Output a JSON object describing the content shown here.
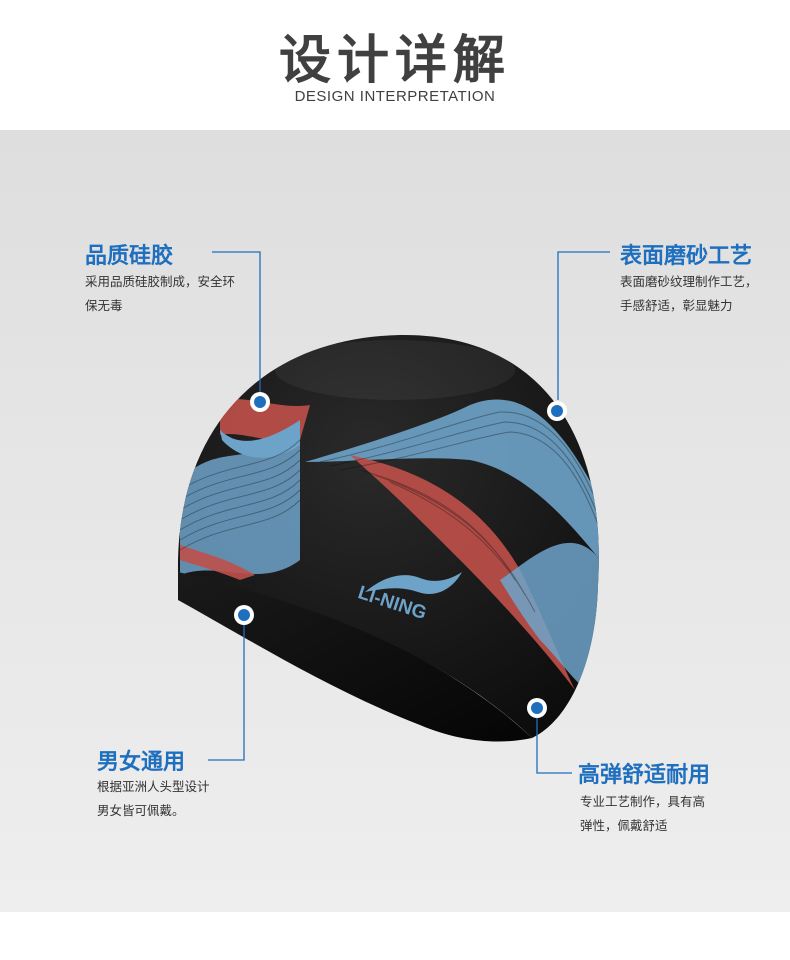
{
  "header": {
    "title": "设计详解",
    "subtitle": "DESIGN INTERPRETATION"
  },
  "product": {
    "brand_logo_text": "LI-NING"
  },
  "features": {
    "silicone": {
      "title": "品质硅胶",
      "desc_lines": [
        "采用品质硅胶制成，安全环",
        "保无毒"
      ]
    },
    "surface": {
      "title": "表面磨砂工艺",
      "desc_lines": [
        "表面磨砂纹理制作工艺，",
        "手感舒适，彰显魅力"
      ]
    },
    "unisex": {
      "title": "男女通用",
      "desc_lines": [
        "根据亚洲人头型设计",
        "男女皆可佩戴。"
      ]
    },
    "elastic": {
      "title": "高弹舒适耐用",
      "desc_lines": [
        "专业工艺制作，具有高",
        "弹性，佩戴舒适"
      ]
    }
  },
  "colors": {
    "accent": "#1f6fbf",
    "title_text": "#404040",
    "cap_black": "#141414",
    "cap_blue": "#6ea3c9",
    "cap_red": "#c0504a"
  },
  "icons": {
    "marker": "circle-marker-icon"
  }
}
